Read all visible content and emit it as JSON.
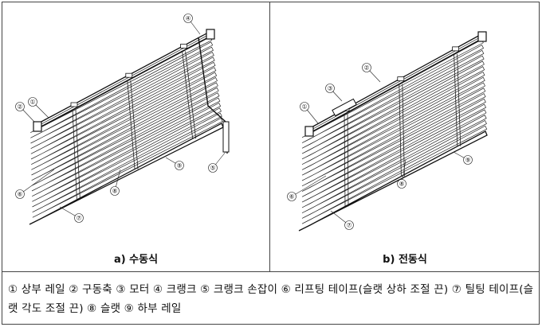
{
  "captions": {
    "a": "a)  수동식",
    "b": "b)  전동식"
  },
  "markers": {
    "a": [
      "①",
      "②",
      "④",
      "⑤",
      "⑥",
      "⑦",
      "⑧",
      "⑨"
    ],
    "b": [
      "①",
      "②",
      "③",
      "⑥",
      "⑦",
      "⑧",
      "⑨"
    ]
  },
  "legend": "① 상부 레일 ② 구동축 ③ 모터 ④ 크랭크 ⑤ 크랭크 손잡이 ⑥ 리프팅 테이프(슬랫 상하 조절 끈) ⑦ 틸팅 테이프(슬랫 각도 조절 끈) ⑧ 슬랫 ⑨ 하부 레일"
}
